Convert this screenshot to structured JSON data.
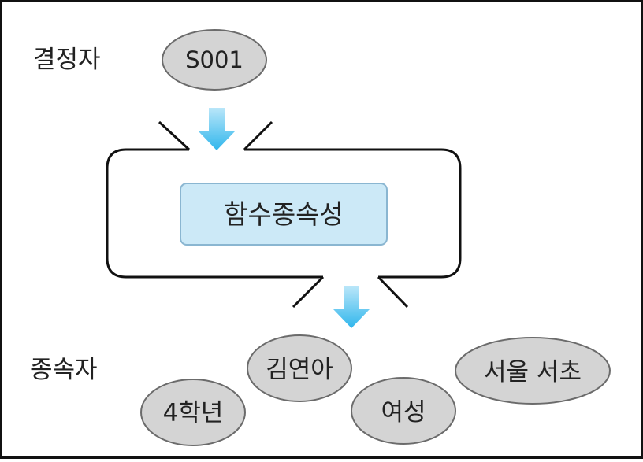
{
  "labels": {
    "determinant": "결정자",
    "dependent": "종속자"
  },
  "determinant_value": "S001",
  "process_label": "함수종속성",
  "dependent_values": {
    "name": "김연아",
    "grade": "4학년",
    "gender": "여성",
    "address": "서울 서초"
  },
  "colors": {
    "ellipse_fill": "#d4d4d4",
    "ellipse_stroke": "#6b6b6b",
    "process_fill": "#cce9f7",
    "process_stroke": "#8ab6d1",
    "arrow_top": "#b9e6f9",
    "arrow_bottom": "#2fb6ec",
    "outline": "#111111"
  }
}
